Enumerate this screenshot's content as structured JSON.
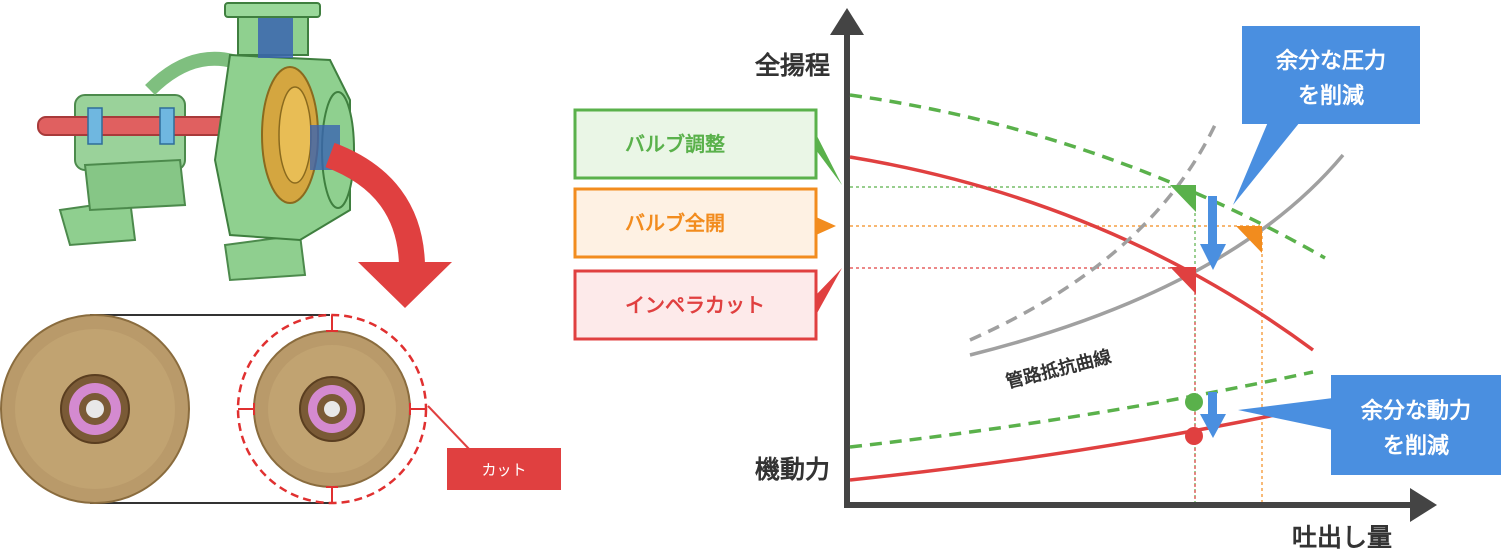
{
  "axes": {
    "y_label": "全揚程",
    "y_label_lower": "機動力",
    "x_label": "吐出し量"
  },
  "legend": {
    "valve_adjust": "バルブ調整",
    "valve_full_open": "バルブ全開",
    "impeller_cut": "インペラカット"
  },
  "annotations": {
    "pipe_resistance": "管路抵抗曲線",
    "reduce_pressure_line1": "余分な圧力",
    "reduce_pressure_line2": "を削減",
    "reduce_power_line1": "余分な動力",
    "reduce_power_line2": "を削減",
    "cut_label": "カット"
  },
  "colors": {
    "green": "#5ab14b",
    "orange": "#f28c1e",
    "red": "#e04040",
    "blue": "#4a8fe0",
    "gray": "#a0a0a0",
    "dark": "#333333"
  }
}
